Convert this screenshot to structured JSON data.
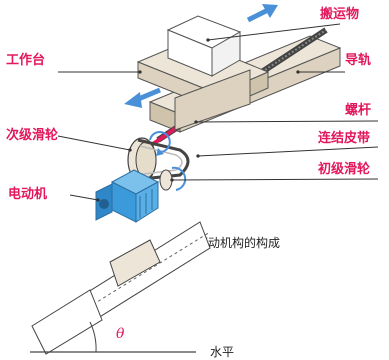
{
  "labels": {
    "load": "搬运物",
    "table": "工作台",
    "rail": "导轨",
    "screw": "螺杆",
    "secondary_pulley": "次级滑轮",
    "belt": "连结皮带",
    "primary_pulley": "初级滑轮",
    "motor": "电动机"
  },
  "caption": "驱动机构的构成",
  "incline": {
    "angle_symbol": "θ",
    "horizontal_label": "水平"
  },
  "colors": {
    "label": "#e2185b",
    "arrow": "#4a90d9",
    "motor": "#3b9ad9",
    "screw_highlight": "#e2185b",
    "part_fill": "#ede6d8",
    "outline": "#333333"
  }
}
